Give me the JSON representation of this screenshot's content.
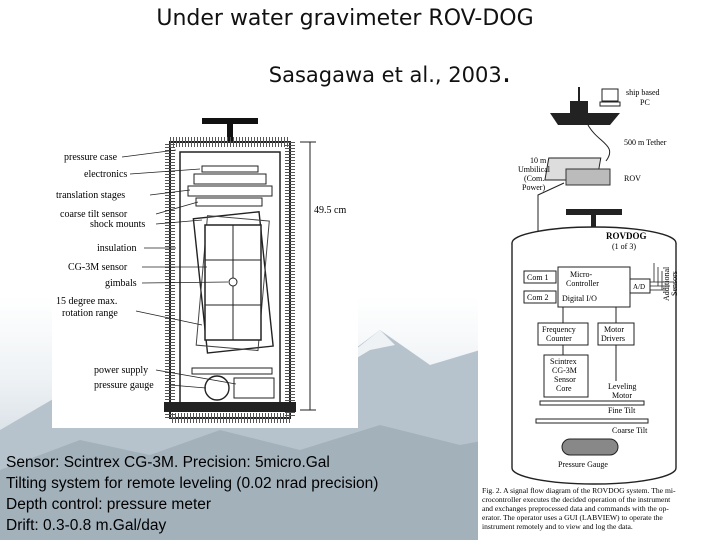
{
  "title": "Under water gravimeter ROV-DOG",
  "subtitle": "Sasagawa et al., 2003",
  "subtitle_dot": ".",
  "left_diagram": {
    "labels": {
      "pressure_case": "pressure case",
      "electronics": "electronics",
      "translation_stages": "translation stages",
      "coarse_tilt_sensor": "coarse tilt sensor",
      "shock_mounts": "shock mounts",
      "insulation": "insulation",
      "cg3m_sensor": "CG-3M sensor",
      "gimbals": "gimbals",
      "rotation_1": "15 degree max.",
      "rotation_2": "rotation range",
      "power_supply": "power supply",
      "pressure_gauge": "pressure gauge",
      "height": "49.5 cm"
    }
  },
  "right_diagram": {
    "labels": {
      "ship_pc_1": "ship based",
      "ship_pc_2": "PC",
      "tether_10m_1": "10 m",
      "tether_10m_2": "Umbilical",
      "tether_10m_3": "(Com.",
      "tether_10m_4": "Power)",
      "tether_500m": "500 m Tether",
      "rov": "ROV",
      "rovdog_1": "ROVDOG",
      "rovdog_2": "(1 of 3)",
      "com1": "Com 1",
      "com2": "Com 2",
      "micro_1": "Micro-",
      "micro_2": "Controller",
      "digital_io": "Digital I/O",
      "ad": "A/D",
      "additional_1": "Additional",
      "additional_2": "Sensors",
      "freq_1": "Frequency",
      "freq_2": "Counter",
      "motor_1": "Motor",
      "motor_2": "Drivers",
      "scintrex_1": "Scintrex",
      "scintrex_2": "CG-3M",
      "scintrex_3": "Sensor",
      "scintrex_4": "Core",
      "leveling_1": "Leveling",
      "leveling_2": "Motor",
      "fine_tilt": "Fine Tilt",
      "coarse_tilt": "Coarse Tilt",
      "pressure_gauge": "Pressure Gauge"
    },
    "caption": [
      "Fig. 2.  A signal flow diagram of the ROVDOG system. The mi-",
      "crocontroller executes the decided operation of the instrument",
      "and exchanges preprocessed data and commands with the op-",
      "erator. The operator uses a GUI (LABVIEW) to operate the",
      "instrument remotely and to view and log the data."
    ]
  },
  "specs": [
    "Sensor: Scintrex CG-3M. Precision: 5micro.Gal",
    "Tilting system for remote leveling (0.02 nrad precision)",
    "Depth control: pressure meter",
    "Drift: 0.3-0.8 m.Gal/day"
  ]
}
